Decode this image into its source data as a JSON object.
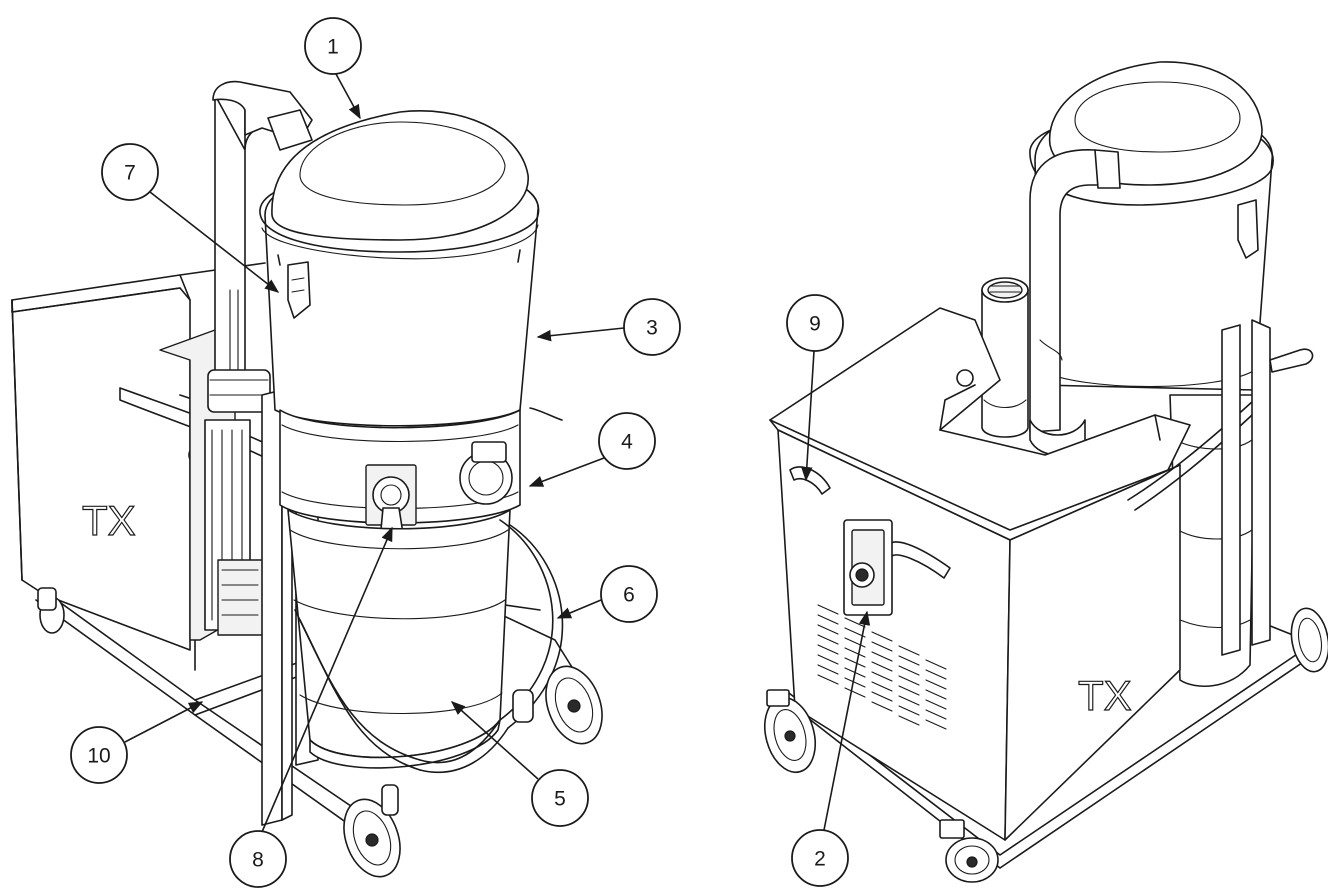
{
  "callouts": [
    {
      "id": "1",
      "label": "1"
    },
    {
      "id": "2",
      "label": "2"
    },
    {
      "id": "3",
      "label": "3"
    },
    {
      "id": "4",
      "label": "4"
    },
    {
      "id": "5",
      "label": "5"
    },
    {
      "id": "6",
      "label": "6"
    },
    {
      "id": "7",
      "label": "7"
    },
    {
      "id": "8",
      "label": "8"
    },
    {
      "id": "9",
      "label": "9"
    },
    {
      "id": "10",
      "label": "10"
    }
  ],
  "logo_marks": {
    "left_view": "TX",
    "right_view": "TX"
  },
  "colors": {
    "line": "#1a1a1a",
    "background": "#ffffff",
    "shade": "#f2f2f2"
  }
}
